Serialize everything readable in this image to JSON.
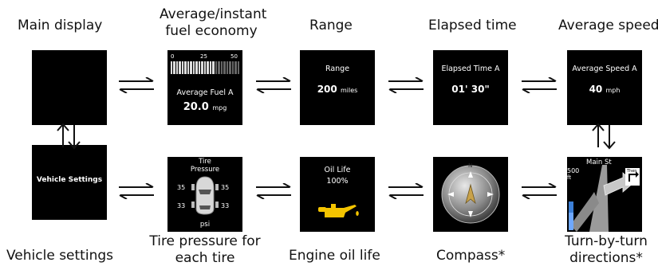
{
  "labels": {
    "main_display": "Main display",
    "fuel_line1": "Average/instant",
    "fuel_line2": "fuel economy",
    "range": "Range",
    "elapsed": "Elapsed time",
    "avg_speed": "Average speed",
    "vehicle_settings": "Vehicle settings",
    "tire_line1": "Tire pressure for",
    "tire_line2": "each tire",
    "oil": "Engine oil life",
    "compass": "Compass*",
    "turn_line1": "Turn-by-turn",
    "turn_line2": "directions*"
  },
  "screens": {
    "fuel": {
      "tick_0": "0",
      "tick_25": "25",
      "tick_50": "50",
      "title": "Average Fuel A",
      "value": "20.0",
      "unit": "mpg"
    },
    "range": {
      "title": "Range",
      "value": "200",
      "unit": "miles"
    },
    "elapsed": {
      "title": "Elapsed Time A",
      "value": "01' 30\""
    },
    "speed": {
      "title": "Average Speed A",
      "value": "40",
      "unit": "mph"
    },
    "vehicle": {
      "title": "Vehicle Settings"
    },
    "tire": {
      "title_line1": "Tire",
      "title_line2": "Pressure",
      "fl": "35",
      "fr": "35",
      "rl": "33",
      "rr": "33",
      "unit": "psi"
    },
    "oil": {
      "title": "Oil Life",
      "value": "100%"
    },
    "compass": {
      "north": "N"
    },
    "turn": {
      "street": "Main St",
      "distance": "500",
      "distance_unit": "ft",
      "dest_icon": "Then"
    }
  },
  "colors": {
    "screen_bg": "#000000",
    "arrow": "#111111",
    "text": "#111111"
  },
  "icons": [
    "swap-arrows-icon",
    "oil-can-icon",
    "car-top-icon",
    "compass-icon",
    "turn-arrow-icon"
  ]
}
